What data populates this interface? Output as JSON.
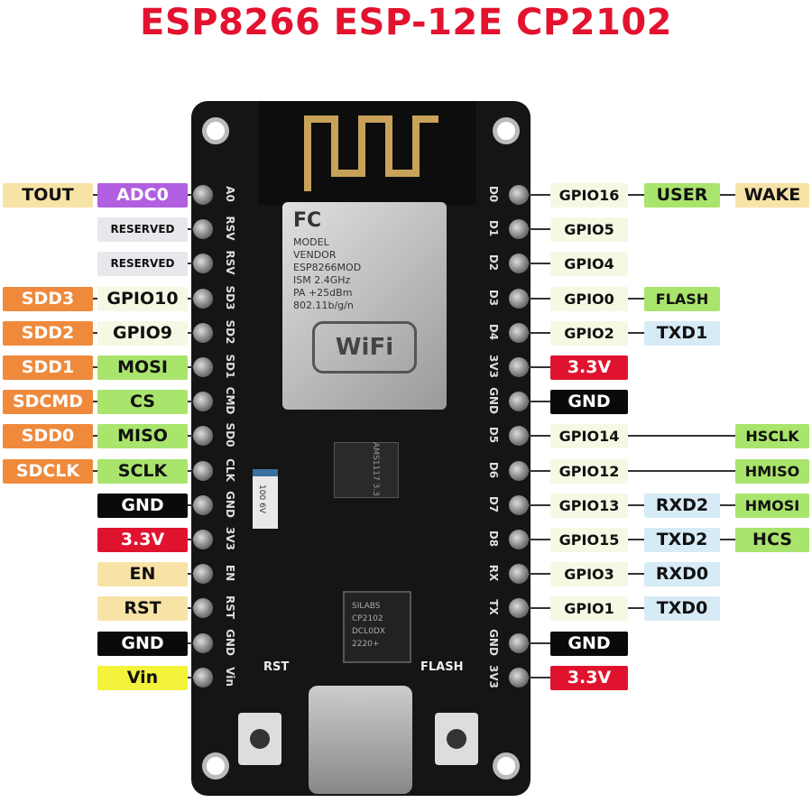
{
  "title": "ESP8266 ESP-12E CP2102",
  "colors": {
    "title": "#e3122e",
    "adc": "#b15ee0",
    "reserved": "#e6e8ec",
    "gpio": "#f4f9e4",
    "spi": "#a9e46c",
    "sd": "#ef8a3c",
    "gnd": "#0a0a0a",
    "power": "#e0132f",
    "ctrl": "#f8e3a7",
    "vin": "#f3f33c",
    "uart": "#d7ebf6"
  },
  "left_pins": [
    {
      "silk": "A0",
      "labels": [
        {
          "text": "TOUT",
          "color": "ctrl"
        },
        {
          "text": "ADC0",
          "color": "adc"
        }
      ]
    },
    {
      "silk": "RSV",
      "labels": [
        null,
        {
          "text": "RESERVED",
          "color": "reserved"
        }
      ]
    },
    {
      "silk": "RSV",
      "labels": [
        null,
        {
          "text": "RESERVED",
          "color": "reserved"
        }
      ]
    },
    {
      "silk": "SD3",
      "labels": [
        {
          "text": "SDD3",
          "color": "sd"
        },
        {
          "text": "GPIO10",
          "color": "gpio"
        }
      ]
    },
    {
      "silk": "SD2",
      "labels": [
        {
          "text": "SDD2",
          "color": "sd"
        },
        {
          "text": "GPIO9",
          "color": "gpio"
        }
      ]
    },
    {
      "silk": "SD1",
      "labels": [
        {
          "text": "SDD1",
          "color": "sd"
        },
        {
          "text": "MOSI",
          "color": "spi"
        }
      ]
    },
    {
      "silk": "CMD",
      "labels": [
        {
          "text": "SDCMD",
          "color": "sd"
        },
        {
          "text": "CS",
          "color": "spi"
        }
      ]
    },
    {
      "silk": "SD0",
      "labels": [
        {
          "text": "SDD0",
          "color": "sd"
        },
        {
          "text": "MISO",
          "color": "spi"
        }
      ]
    },
    {
      "silk": "CLK",
      "labels": [
        {
          "text": "SDCLK",
          "color": "sd"
        },
        {
          "text": "SCLK",
          "color": "spi"
        }
      ]
    },
    {
      "silk": "GND",
      "labels": [
        null,
        {
          "text": "GND",
          "color": "gnd"
        }
      ]
    },
    {
      "silk": "3V3",
      "labels": [
        null,
        {
          "text": "3.3V",
          "color": "power"
        }
      ]
    },
    {
      "silk": "EN",
      "labels": [
        null,
        {
          "text": "EN",
          "color": "ctrl"
        }
      ]
    },
    {
      "silk": "RST",
      "labels": [
        null,
        {
          "text": "RST",
          "color": "ctrl"
        }
      ]
    },
    {
      "silk": "GND",
      "labels": [
        null,
        {
          "text": "GND",
          "color": "gnd"
        }
      ]
    },
    {
      "silk": "Vin",
      "labels": [
        null,
        {
          "text": "Vin",
          "color": "vin"
        }
      ]
    }
  ],
  "right_pins": [
    {
      "silk": "D0",
      "labels": [
        {
          "text": "GPIO16",
          "color": "gpio"
        },
        {
          "text": "USER",
          "color": "spi"
        },
        {
          "text": "WAKE",
          "color": "ctrl"
        }
      ]
    },
    {
      "silk": "D1",
      "labels": [
        {
          "text": "GPIO5",
          "color": "gpio"
        },
        null,
        null
      ]
    },
    {
      "silk": "D2",
      "labels": [
        {
          "text": "GPIO4",
          "color": "gpio"
        },
        null,
        null
      ]
    },
    {
      "silk": "D3",
      "labels": [
        {
          "text": "GPIO0",
          "color": "gpio"
        },
        {
          "text": "FLASH",
          "color": "spi"
        },
        null
      ]
    },
    {
      "silk": "D4",
      "labels": [
        {
          "text": "GPIO2",
          "color": "gpio"
        },
        {
          "text": "TXD1",
          "color": "uart"
        },
        null
      ]
    },
    {
      "silk": "3V3",
      "labels": [
        {
          "text": "3.3V",
          "color": "power"
        },
        null,
        null
      ]
    },
    {
      "silk": "GND",
      "labels": [
        {
          "text": "GND",
          "color": "gnd"
        },
        null,
        null
      ]
    },
    {
      "silk": "D5",
      "labels": [
        {
          "text": "GPIO14",
          "color": "gpio"
        },
        null,
        {
          "text": "HSCLK",
          "color": "spi"
        }
      ]
    },
    {
      "silk": "D6",
      "labels": [
        {
          "text": "GPIO12",
          "color": "gpio"
        },
        null,
        {
          "text": "HMISO",
          "color": "spi"
        }
      ]
    },
    {
      "silk": "D7",
      "labels": [
        {
          "text": "GPIO13",
          "color": "gpio"
        },
        {
          "text": "RXD2",
          "color": "uart"
        },
        {
          "text": "HMOSI",
          "color": "spi"
        }
      ]
    },
    {
      "silk": "D8",
      "labels": [
        {
          "text": "GPIO15",
          "color": "gpio"
        },
        {
          "text": "TXD2",
          "color": "uart"
        },
        {
          "text": "HCS",
          "color": "spi"
        }
      ]
    },
    {
      "silk": "RX",
      "labels": [
        {
          "text": "GPIO3",
          "color": "gpio"
        },
        {
          "text": "RXD0",
          "color": "uart"
        },
        null
      ]
    },
    {
      "silk": "TX",
      "labels": [
        {
          "text": "GPIO1",
          "color": "gpio"
        },
        {
          "text": "TXD0",
          "color": "uart"
        },
        null
      ]
    },
    {
      "silk": "GND",
      "labels": [
        {
          "text": "GND",
          "color": "gnd"
        },
        null,
        null
      ]
    },
    {
      "silk": "3V3",
      "labels": [
        {
          "text": "3.3V",
          "color": "power"
        },
        null,
        null
      ]
    }
  ],
  "board": {
    "module_lines": [
      "MODEL",
      "VENDOR",
      "ESP8266MOD",
      "ISM 2.4GHz",
      "PA +25dBm",
      "802.11b/g/n"
    ],
    "wifi_logo": "WiFi",
    "fcc_logo": "FC",
    "regulator": "AMS1117 3.3",
    "capacitor": "100 6V",
    "chip_lines": [
      "SILABS",
      "CP2102",
      "DCL0DX",
      "2220+"
    ],
    "rst_label": "RST",
    "flash_label": "FLASH"
  }
}
